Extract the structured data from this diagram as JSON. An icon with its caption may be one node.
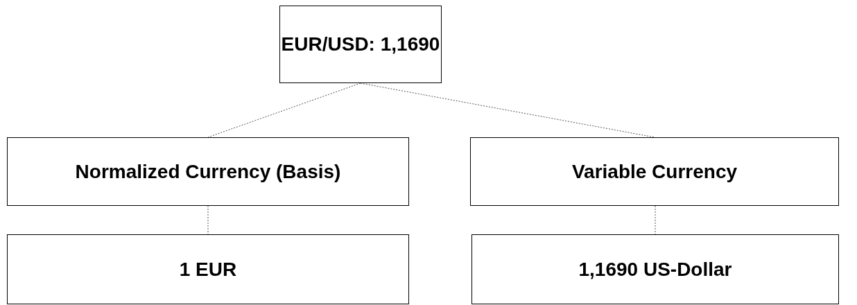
{
  "diagram": {
    "nodes": [
      {
        "text": [
          "EUR/USD: 1,1690"
        ]
      },
      {
        "text": [
          "Normalized Currency (Basis)"
        ]
      },
      {
        "text": [
          "Variable Currency"
        ]
      },
      {
        "text": [
          "1 EUR"
        ]
      },
      {
        "text": [
          "1,1690 US-Dollar"
        ]
      }
    ],
    "edges": [
      {
        "from": 0,
        "to": 1,
        "arrow": "none",
        "style": "dashed"
      },
      {
        "from": 0,
        "to": 2,
        "arrow": "none",
        "style": "dashed"
      },
      {
        "from": 1,
        "to": 3,
        "arrow": "none",
        "style": "dashed"
      },
      {
        "from": 2,
        "to": 4,
        "arrow": "none",
        "style": "dashed"
      }
    ]
  }
}
